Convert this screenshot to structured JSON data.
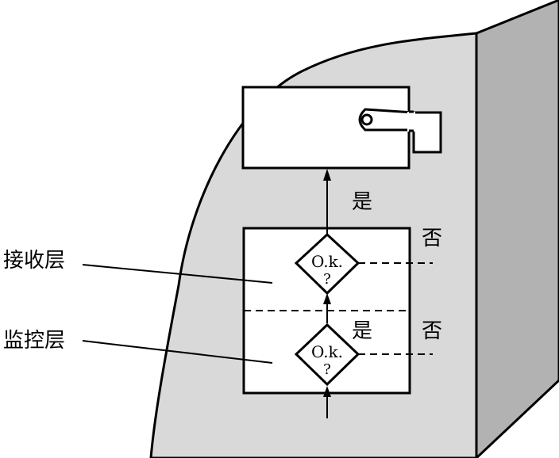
{
  "labels": {
    "receive_layer": "接收层",
    "monitor_layer": "监控层",
    "yes_upper": "是",
    "no_upper": "否",
    "yes_lower": "是",
    "no_lower": "否"
  },
  "decisions": {
    "upper": {
      "line1": "O.k.",
      "line2": "?"
    },
    "lower": {
      "line1": "O.k.",
      "line2": "?"
    }
  },
  "colors": {
    "panel_face": "#d9d9d9",
    "panel_side": "#b2b2b2",
    "box_fill": "#ffffff",
    "stroke": "#000000"
  }
}
